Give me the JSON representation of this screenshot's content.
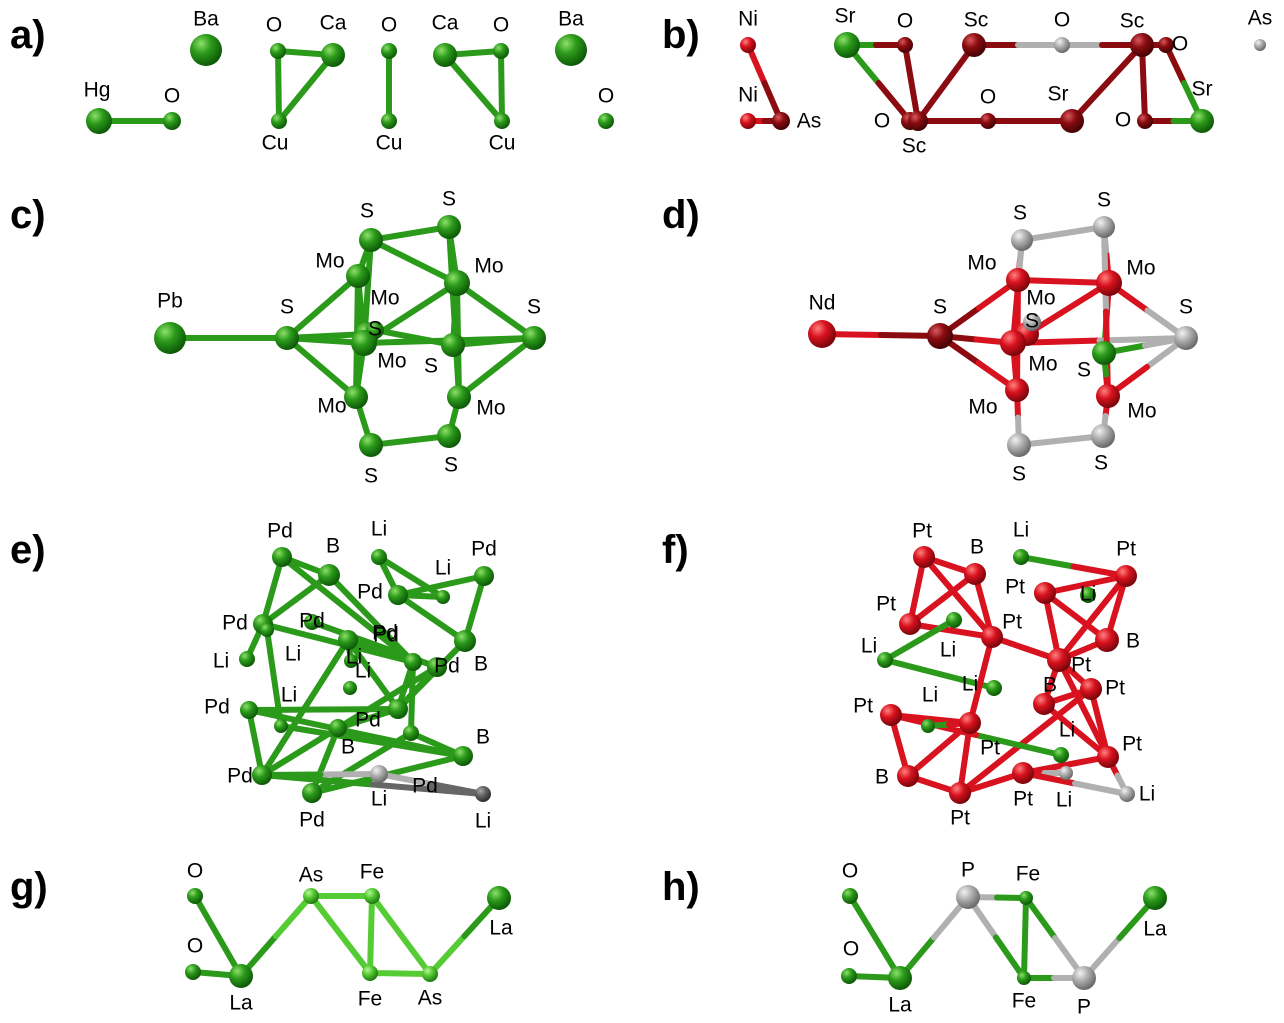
{
  "colors": {
    "green": "#2b9a1a",
    "green_light": "#55cc33",
    "green_dark": "#177010",
    "red": "#d8121e",
    "red_dark": "#8a0c10",
    "gray": "#b0b0b0",
    "gray_dark": "#666666"
  },
  "panels": [
    {
      "label": "a)",
      "atoms": [
        {
          "el": "Ba",
          "c": "green"
        },
        {
          "el": "Hg",
          "c": "green"
        },
        {
          "el": "O",
          "c": "green"
        },
        {
          "el": "O",
          "c": "green"
        },
        {
          "el": "Ca",
          "c": "green"
        },
        {
          "el": "Cu",
          "c": "green"
        },
        {
          "el": "O",
          "c": "green"
        },
        {
          "el": "Cu",
          "c": "green"
        },
        {
          "el": "Ca",
          "c": "green"
        },
        {
          "el": "O",
          "c": "green"
        },
        {
          "el": "Cu",
          "c": "green"
        },
        {
          "el": "Ba",
          "c": "green"
        },
        {
          "el": "O",
          "c": "green"
        }
      ],
      "bonds": [
        [
          1,
          2
        ],
        [
          3,
          4
        ],
        [
          3,
          5
        ],
        [
          4,
          5
        ],
        [
          6,
          7
        ],
        [
          8,
          9
        ],
        [
          8,
          10
        ],
        [
          9,
          10
        ]
      ]
    },
    {
      "label": "b)",
      "atoms": [
        {
          "el": "Ni",
          "c": "red"
        },
        {
          "el": "Ni",
          "c": "red"
        },
        {
          "el": "As",
          "c": "red_dark"
        },
        {
          "el": "Sr",
          "c": "green"
        },
        {
          "el": "O",
          "c": "red_dark"
        },
        {
          "el": "Sc",
          "c": "red_dark"
        },
        {
          "el": "O",
          "c": "gray"
        },
        {
          "el": "Sc",
          "c": "red_dark"
        },
        {
          "el": "O",
          "c": "red_dark"
        },
        {
          "el": "As",
          "c": "gray"
        },
        {
          "el": "O",
          "c": "red_dark"
        },
        {
          "el": "Sc",
          "c": "red_dark"
        },
        {
          "el": "O",
          "c": "red_dark"
        },
        {
          "el": "Sr",
          "c": "red_dark"
        },
        {
          "el": "O",
          "c": "red_dark"
        },
        {
          "el": "Sr",
          "c": "green"
        }
      ],
      "bonds": [
        [
          0,
          2
        ],
        [
          1,
          2
        ],
        [
          3,
          4
        ],
        [
          3,
          10
        ],
        [
          4,
          11
        ],
        [
          5,
          11
        ],
        [
          5,
          6
        ],
        [
          6,
          7
        ],
        [
          7,
          8
        ],
        [
          10,
          11
        ],
        [
          11,
          12
        ],
        [
          12,
          13
        ],
        [
          7,
          14
        ],
        [
          14,
          15
        ],
        [
          8,
          15
        ],
        [
          7,
          13
        ]
      ]
    },
    {
      "label": "c)",
      "atoms": [
        {
          "el": "Pb",
          "c": "green"
        },
        {
          "el": "S",
          "c": "green"
        },
        {
          "el": "S",
          "c": "green"
        },
        {
          "el": "S",
          "c": "green"
        },
        {
          "el": "Mo",
          "c": "green"
        },
        {
          "el": "Mo",
          "c": "green"
        },
        {
          "el": "S",
          "c": "green"
        },
        {
          "el": "Mo",
          "c": "green"
        },
        {
          "el": "S",
          "c": "green"
        },
        {
          "el": "Mo",
          "c": "green"
        },
        {
          "el": "S",
          "c": "green"
        },
        {
          "el": "Mo",
          "c": "green"
        },
        {
          "el": "Mo",
          "c": "green"
        },
        {
          "el": "S",
          "c": "green"
        },
        {
          "el": "S",
          "c": "green"
        }
      ],
      "bonds": [
        [
          0,
          1
        ],
        [
          1,
          4
        ],
        [
          1,
          9
        ],
        [
          1,
          11
        ],
        [
          1,
          5
        ],
        [
          2,
          4
        ],
        [
          2,
          7
        ],
        [
          3,
          7
        ],
        [
          3,
          2
        ],
        [
          4,
          9
        ],
        [
          7,
          8
        ],
        [
          7,
          10
        ],
        [
          8,
          10
        ],
        [
          9,
          10
        ],
        [
          9,
          11
        ],
        [
          10,
          12
        ],
        [
          11,
          13
        ],
        [
          12,
          14
        ],
        [
          13,
          14
        ],
        [
          5,
          6
        ],
        [
          6,
          8
        ],
        [
          4,
          11
        ],
        [
          9,
          7
        ],
        [
          3,
          12
        ],
        [
          2,
          9
        ],
        [
          12,
          7
        ]
      ]
    },
    {
      "label": "d)",
      "atoms": [
        {
          "el": "Nd",
          "c": "red"
        },
        {
          "el": "S",
          "c": "red_dark"
        },
        {
          "el": "S",
          "c": "gray"
        },
        {
          "el": "S",
          "c": "gray"
        },
        {
          "el": "Mo",
          "c": "red"
        },
        {
          "el": "Mo",
          "c": "red"
        },
        {
          "el": "S",
          "c": "gray"
        },
        {
          "el": "Mo",
          "c": "red"
        },
        {
          "el": "S",
          "c": "green"
        },
        {
          "el": "Mo",
          "c": "red"
        },
        {
          "el": "S",
          "c": "gray"
        },
        {
          "el": "Mo",
          "c": "red"
        },
        {
          "el": "Mo",
          "c": "red"
        },
        {
          "el": "S",
          "c": "gray"
        },
        {
          "el": "S",
          "c": "gray"
        }
      ],
      "bonds": [
        [
          0,
          1
        ],
        [
          1,
          4
        ],
        [
          1,
          9
        ],
        [
          1,
          11
        ],
        [
          2,
          4
        ],
        [
          2,
          3
        ],
        [
          3,
          7
        ],
        [
          4,
          7
        ],
        [
          7,
          8
        ],
        [
          7,
          10
        ],
        [
          8,
          10
        ],
        [
          9,
          10
        ],
        [
          9,
          11
        ],
        [
          10,
          12
        ],
        [
          11,
          13
        ],
        [
          12,
          14
        ],
        [
          13,
          14
        ],
        [
          5,
          6
        ],
        [
          4,
          11
        ],
        [
          9,
          7
        ],
        [
          3,
          12
        ],
        [
          2,
          9
        ],
        [
          12,
          8
        ],
        [
          5,
          9
        ]
      ]
    },
    {
      "label": "e)",
      "atoms": [
        {
          "el": "Pd",
          "c": "green"
        },
        {
          "el": "B",
          "c": "green"
        },
        {
          "el": "Li",
          "c": "green"
        },
        {
          "el": "Li",
          "c": "green"
        },
        {
          "el": "Pd",
          "c": "green"
        },
        {
          "el": "Pd",
          "c": "green"
        },
        {
          "el": "Pd",
          "c": "green"
        },
        {
          "el": "Pd",
          "c": "green"
        },
        {
          "el": "Li",
          "c": "green"
        },
        {
          "el": "Li",
          "c": "green"
        },
        {
          "el": "Pd",
          "c": "green"
        },
        {
          "el": "Pd",
          "c": "green"
        },
        {
          "el": "B",
          "c": "green"
        },
        {
          "el": "Li",
          "c": "green"
        },
        {
          "el": "Pd",
          "c": "green"
        },
        {
          "el": "Li",
          "c": "green"
        },
        {
          "el": "Pd",
          "c": "green"
        },
        {
          "el": "B",
          "c": "green"
        },
        {
          "el": "Pd",
          "c": "green"
        },
        {
          "el": "Pd",
          "c": "green"
        },
        {
          "el": "Li",
          "c": "gray"
        },
        {
          "el": "Li",
          "c": "gray_dark"
        },
        {
          "el": "Pd",
          "c": "green"
        },
        {
          "el": "B",
          "c": "green"
        },
        {
          "el": "Pd",
          "c": "green"
        },
        {
          "el": "Li",
          "c": "green"
        }
      ],
      "bonds": [
        [
          0,
          1
        ],
        [
          0,
          6
        ],
        [
          1,
          6
        ],
        [
          0,
          11
        ],
        [
          1,
          11
        ],
        [
          6,
          11
        ],
        [
          6,
          8
        ],
        [
          2,
          3
        ],
        [
          3,
          5
        ],
        [
          4,
          5
        ],
        [
          4,
          12
        ],
        [
          5,
          12
        ],
        [
          2,
          5
        ],
        [
          11,
          16
        ],
        [
          11,
          10
        ],
        [
          10,
          16
        ],
        [
          16,
          17
        ],
        [
          16,
          18
        ],
        [
          18,
          19
        ],
        [
          19,
          17
        ],
        [
          17,
          22
        ],
        [
          18,
          23
        ],
        [
          22,
          23
        ],
        [
          23,
          24
        ],
        [
          22,
          24
        ],
        [
          16,
          12
        ],
        [
          10,
          13
        ],
        [
          16,
          14
        ],
        [
          14,
          19
        ],
        [
          20,
          19
        ],
        [
          20,
          21
        ],
        [
          19,
          21
        ],
        [
          11,
          24
        ],
        [
          10,
          19
        ],
        [
          7,
          14
        ],
        [
          9,
          15
        ],
        [
          15,
          23
        ],
        [
          12,
          16
        ]
      ]
    },
    {
      "label": "f)",
      "atoms": [
        {
          "el": "Pt",
          "c": "red"
        },
        {
          "el": "B",
          "c": "red"
        },
        {
          "el": "Li",
          "c": "green"
        },
        {
          "el": "Pt",
          "c": "red"
        },
        {
          "el": "Pt",
          "c": "red"
        },
        {
          "el": "Pt",
          "c": "red"
        },
        {
          "el": "Pt",
          "c": "red"
        },
        {
          "el": "Li",
          "c": "green"
        },
        {
          "el": "B",
          "c": "red"
        },
        {
          "el": "Li",
          "c": "green"
        },
        {
          "el": "Li",
          "c": "green"
        },
        {
          "el": "Li",
          "c": "green"
        },
        {
          "el": "Pt",
          "c": "red"
        },
        {
          "el": "B",
          "c": "red"
        },
        {
          "el": "Pt",
          "c": "red"
        },
        {
          "el": "Pt",
          "c": "red"
        },
        {
          "el": "Li",
          "c": "green"
        },
        {
          "el": "Pt",
          "c": "red"
        },
        {
          "el": "Pt",
          "c": "red"
        },
        {
          "el": "B",
          "c": "red"
        },
        {
          "el": "Pt",
          "c": "red"
        },
        {
          "el": "Pt",
          "c": "red"
        },
        {
          "el": "Li",
          "c": "green"
        },
        {
          "el": "Li",
          "c": "gray"
        },
        {
          "el": "Li",
          "c": "gray"
        }
      ],
      "bonds": [
        [
          0,
          1
        ],
        [
          0,
          5
        ],
        [
          1,
          5
        ],
        [
          0,
          6
        ],
        [
          1,
          6
        ],
        [
          5,
          6
        ],
        [
          2,
          4
        ],
        [
          3,
          4
        ],
        [
          3,
          8
        ],
        [
          4,
          8
        ],
        [
          3,
          12
        ],
        [
          4,
          12
        ],
        [
          8,
          12
        ],
        [
          6,
          12
        ],
        [
          10,
          11
        ],
        [
          9,
          10
        ],
        [
          12,
          14
        ],
        [
          12,
          13
        ],
        [
          13,
          14
        ],
        [
          13,
          15
        ],
        [
          14,
          15
        ],
        [
          14,
          20
        ],
        [
          15,
          21
        ],
        [
          20,
          21
        ],
        [
          6,
          17
        ],
        [
          17,
          18
        ],
        [
          18,
          19
        ],
        [
          17,
          19
        ],
        [
          19,
          20
        ],
        [
          17,
          20
        ],
        [
          21,
          23
        ],
        [
          22,
          18
        ],
        [
          16,
          17
        ],
        [
          15,
          24
        ],
        [
          21,
          24
        ],
        [
          12,
          15
        ]
      ]
    },
    {
      "label": "g)",
      "atoms": [
        {
          "el": "O",
          "c": "green"
        },
        {
          "el": "O",
          "c": "green"
        },
        {
          "el": "La",
          "c": "green"
        },
        {
          "el": "As",
          "c": "green_light"
        },
        {
          "el": "Fe",
          "c": "green_light"
        },
        {
          "el": "Fe",
          "c": "green_light"
        },
        {
          "el": "As",
          "c": "green_light"
        },
        {
          "el": "La",
          "c": "green"
        }
      ],
      "bonds": [
        [
          0,
          2
        ],
        [
          1,
          2
        ],
        [
          2,
          3
        ],
        [
          3,
          4
        ],
        [
          3,
          5
        ],
        [
          4,
          5
        ],
        [
          4,
          6
        ],
        [
          5,
          6
        ],
        [
          6,
          7
        ]
      ]
    },
    {
      "label": "h)",
      "atoms": [
        {
          "el": "O",
          "c": "green"
        },
        {
          "el": "O",
          "c": "green"
        },
        {
          "el": "La",
          "c": "green"
        },
        {
          "el": "P",
          "c": "gray"
        },
        {
          "el": "Fe",
          "c": "green"
        },
        {
          "el": "Fe",
          "c": "green"
        },
        {
          "el": "P",
          "c": "gray"
        },
        {
          "el": "La",
          "c": "green"
        }
      ],
      "bonds": [
        [
          0,
          2
        ],
        [
          1,
          2
        ],
        [
          2,
          3
        ],
        [
          3,
          4
        ],
        [
          3,
          5
        ],
        [
          4,
          5
        ],
        [
          4,
          6
        ],
        [
          5,
          6
        ],
        [
          6,
          7
        ]
      ]
    }
  ]
}
